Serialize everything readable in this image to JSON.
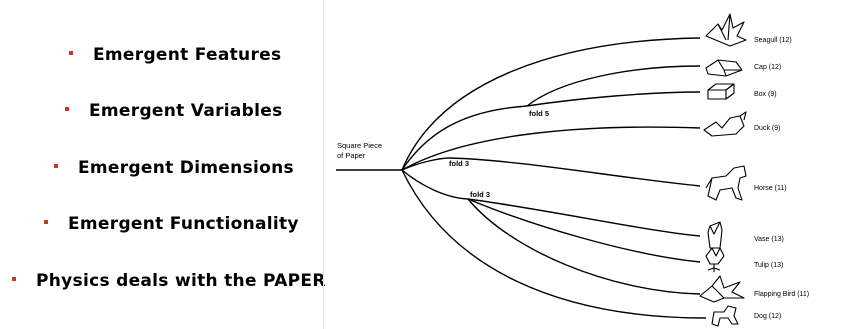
{
  "bullets": [
    "Emergent Features",
    "Emergent Variables",
    "Emergent Dimensions",
    "Emergent Functionality",
    "Physics deals with the PAPER"
  ],
  "diagram": {
    "root_label_line1": "Square Piece",
    "root_label_line2": "of Paper",
    "fold_labels": [
      "fold 5",
      "fold 3",
      "fold 3"
    ],
    "items": [
      {
        "label": "Seagull (12)",
        "icon": "seagull-icon"
      },
      {
        "label": "Cap (12)",
        "icon": "cap-icon"
      },
      {
        "label": "Box (9)",
        "icon": "box-icon"
      },
      {
        "label": "Duck (9)",
        "icon": "duck-icon"
      },
      {
        "label": "Horse (11)",
        "icon": "horse-icon"
      },
      {
        "label": "Vase (13)",
        "icon": "vase-icon"
      },
      {
        "label": "Tulip (13)",
        "icon": "tulip-icon"
      },
      {
        "label": "Flapping Bird (11)",
        "icon": "flapping-bird-icon"
      },
      {
        "label": "Dog (12)",
        "icon": "dog-icon"
      }
    ]
  }
}
